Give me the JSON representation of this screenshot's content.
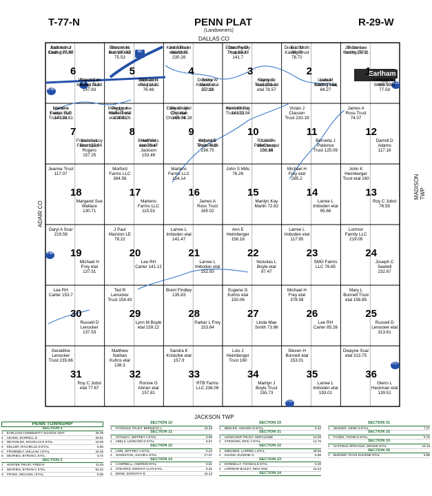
{
  "header": {
    "township": "T-77-N",
    "title": "PENN PLAT",
    "subtitle": "(Landowners)",
    "range": "R-29-W",
    "north_county": "DALLAS CO",
    "west_county": "ADAIR CO",
    "east_township": "MADISON TWP",
    "south_township": "JACKSON TWP",
    "town": "Earlham"
  },
  "sections": [
    "6",
    "5",
    "4",
    "3",
    "2",
    "1",
    "7",
    "8",
    "9",
    "10",
    "11",
    "12",
    "18",
    "17",
    "16",
    "15",
    "14",
    "13",
    "19",
    "20",
    "21",
    "22",
    "23",
    "24",
    "30",
    "29",
    "28",
    "27",
    "26",
    "25",
    "31",
    "32",
    "33",
    "34",
    "35",
    "36"
  ],
  "parcels": [
    "Kathleen J Clark 167.96",
    "Timothy A Forret etal 147.83",
    "Brent Voss etal 290.97",
    "Dale Voss etal 213.11",
    "Kent Skinner etal 63.65",
    "Bruce Kobioltt etal 77.33",
    "Estes Family Trust 93.26",
    "Keystone Trust 225.64",
    "Dixie L Smith 89.48",
    "Lamar Kading etal 84.27",
    "Jimmie Lee Kading 76.91",
    "Peggy A Wells Trust 77.59",
    "Lorraine Evalyn Barr Trust 134.81",
    "Sandra L Blomquist Rogers 157.25",
    "Peggy A Wells Trust etal 155.26",
    "Brent Voss etal 76.47",
    "Steven W Ory etal 165.04",
    "Willard E Price etal 236.75",
    "Kenneth Fay Trust 153.94",
    "R LaVere McCleary 150.84",
    "Vivian J Clausen Trust 233.19",
    "Berneita J Patience Trust 125.09",
    "James A Ross Trust 74.07",
    "Darrell D Adams 117.16",
    "Jeanne Trust 117.07",
    "Margaret Sue Wallace 130.71",
    "Morford Farms LLC 364.56",
    "Martens Farms LLC 115.53",
    "Martens Farms LLC 154.14",
    "James A Ross Trust 165.02",
    "John S Mills 76.26",
    "Marilyn Kay Marlin 72.62",
    "Michael H Frey etal 285.2",
    "Larree L Imboden etal 95.66",
    "John K Heimberger Trust etal 160",
    "Roy C Jobst 76.55",
    "Daryl A Scar 219.58",
    "Michael H Frey etal 137.51",
    "J Paul Marston LE 78.22",
    "Lee RH Carter 141.12",
    "Larree L Imboden etal 141.47",
    "Larree L Imboden etal 152.93",
    "Ann E Heimberger 156.16",
    "Nickolas L Boyle etal 97.47",
    "Larree L Imboden etal 117.95",
    "SMG Farms LLC 76.65",
    "Lorimor Family LLC 219.09",
    "Joseph C Sawtell 232.67",
    "Lee RH Carter 153.7",
    "Russell D Lenocker 137.53",
    "Ted R Lenocker Trust 154.43",
    "Lynn M Boyle etal 159.12",
    "Brent Findley 135.83",
    "Parker L Frey 153.64",
    "Eugene G Kuhns etal 150.06",
    "Linda Mae Smith 73.96",
    "Michael H Frey etal 378.58",
    "Lee RH Carter 85.26",
    "Mary L Bunnell Trust etal 156.85",
    "Russell D Lenocker etal 313.61",
    "Geraldine Lenocker Trust 235.66",
    "Roy C Jobst etal 77.67",
    "Matthew Nathan Kuhns etal 138.3",
    "Ronnie G Ahnen etal 157.81",
    "Sandra K Kristufek etal 157.9",
    "RTB Farms LLC 236.09",
    "Lois J Heimberger Trust 160",
    "Marilyn J Boyle Trust 155.73",
    "Steven H Bunnell etal 153.01",
    "Larree L Imboden etal 193.01",
    "Dwayne Scar etal 313.75",
    "Glenn L Heckman etal 139.51",
    "Jack Arthur Kading 76.07",
    "Wayne Earl Kading 75.68",
    "Steven H Bunnell etal 75.53",
    "Michael H Frey etal 76.48",
    "John Paul Marston 230.28",
    "Dorothy W Marston 157.18",
    "Dorothy D Kopaska 141.7",
    "Garry G Nabelhaus etal 78.57",
    "Earl M Kading Trust 78.72",
    "Linda M Smith 77.56",
    "S James Smith 157.1",
    "Kent Kiburz 309.57",
    "Martens Farms LLC 149.22",
    "Francis Leroy Faust 155.04",
    "Mary Louise Hatfield etal 134.43",
    "Hatfield Lenocker Jackson 153.49",
    "Early Chapel Christian Church 78.28",
    "Keystone Trust 78.26",
    "Kent Kiburz 144.11",
    "John P Patience etal 156.15"
  ],
  "legend": {
    "title": "PENN TOWNSHIP",
    "col1": {
      "sections": [
        {
          "head": "SECTION 1",
          "rows": [
            [
              "1",
              "EARLHAM COMMUNITY SCHOOL DIST",
              "29.39"
            ],
            [
              "2",
              "ADAMS, DARRELL D",
              "29.91"
            ],
            [
              "3",
              "REYNOLDS, DOUGLAS E ETAL",
              "10.06"
            ],
            [
              "4",
              "KELLER, RACHELLE D ETAL",
              "5.55"
            ],
            [
              "5",
              "FROMMELT, WILLIAM J ETAL",
              "34.35"
            ],
            [
              "6",
              "DEVRIES, BYRON C ETAL",
              "5.72"
            ]
          ]
        },
        {
          "head": "SECTION 2",
          "rows": [
            [
              "1",
              "HUNTER TRUST, FRED R",
              "11.63"
            ],
            [
              "2",
              "DEVRIES, BYRON C ETAL",
              "53.32"
            ],
            [
              "3",
              "FRANK, MICHAEL I ETAL",
              "5.66"
            ]
          ]
        }
      ]
    },
    "col2": {
      "sections": [
        {
          "head": "SECTION 10",
          "rows": [
            [
              "1",
              "PATIENCE TRUST, BERNEITA J",
              "18.49"
            ]
          ]
        },
        {
          "head": "SECTION 11",
          "rows": [
            [
              "1",
              "STANLEY, JEFFREY A ETAL",
              "6.69"
            ],
            [
              "2",
              "ABELS, LEONARD D ETAL",
              "6.57"
            ]
          ]
        },
        {
          "head": "SECTION 12",
          "rows": [
            [
              "1",
              "LINN, JEFFREY A ETAL",
              "5.44"
            ],
            [
              "2",
              "JOHNSTON, JACOB K ETAL",
              "17.07"
            ]
          ]
        },
        {
          "head": "SECTION 14",
          "rows": [
            [
              "1",
              "CAMPBELL, ANDREW ETAL",
              "5.51"
            ],
            [
              "2",
              "STEARNS, DWIGHT ALAN ETAL",
              "5.32"
            ],
            [
              "3",
              "BOND, DOROTHY E",
              "16.13"
            ]
          ]
        }
      ]
    },
    "col3": {
      "sections": [
        {
          "head": "SECTION 19",
          "rows": [
            [
              "1",
              "BEELER, AMANDA E ETAL",
              "5.43"
            ]
          ]
        },
        {
          "head": "SECTION 21",
          "rows": [
            [
              "1",
              "LENOCKER TRUST, GERALDINE",
              "10.36"
            ],
            [
              "2",
              "STEWARD, ERIC A ETAL",
              "12.76"
            ]
          ]
        },
        {
          "head": "SECTION 22",
          "rows": [
            [
              "1",
              "IMBODEN, LARREE L ETAL",
              "39.55"
            ],
            [
              "2",
              "KUHNS, EUGENE G",
              "5.99"
            ]
          ]
        },
        {
          "head": "SECTION 23",
          "rows": [
            [
              "1",
              "DONNELLY, THOMAS E ETAL",
              "5.28"
            ],
            [
              "2",
              "LORIMOR BAILEY, NINA ANN",
              "15.44"
            ]
          ]
        },
        {
          "head": "SECTION 24",
          "rows": []
        }
      ]
    },
    "col4": {
      "sections": [
        {
          "head": "SECTION 31",
          "rows": [
            [
              "1",
              "SESKER, GENE D ETAL",
              "7.27"
            ]
          ]
        },
        {
          "head": "SECTION 32",
          "rows": [
            [
              "1",
              "FAGEN, THOMAS ETAL",
              "5.76"
            ]
          ]
        },
        {
          "head": "SECTION 33",
          "rows": [
            [
              "1",
              "HATFIELD SPRAGUE, DENISE ETAL",
              "19.16"
            ]
          ]
        },
        {
          "head": "SECTION 35",
          "rows": [
            [
              "1",
              "BURGER, RYAN EUGENE ETAL",
              "6.96"
            ]
          ]
        }
      ]
    }
  },
  "colors": {
    "road": "#b7b7b7",
    "water": "#3a78c9",
    "highway": "#2250a8",
    "legend_green": "#1d6b2e",
    "town": "#2a2a2a"
  },
  "icons": [
    "interstate-80-shield",
    "highway-169-shield",
    "highway-p48-shield",
    "highway-g14-shield",
    "highway-p53-shield",
    "highway-p57-shield"
  ]
}
